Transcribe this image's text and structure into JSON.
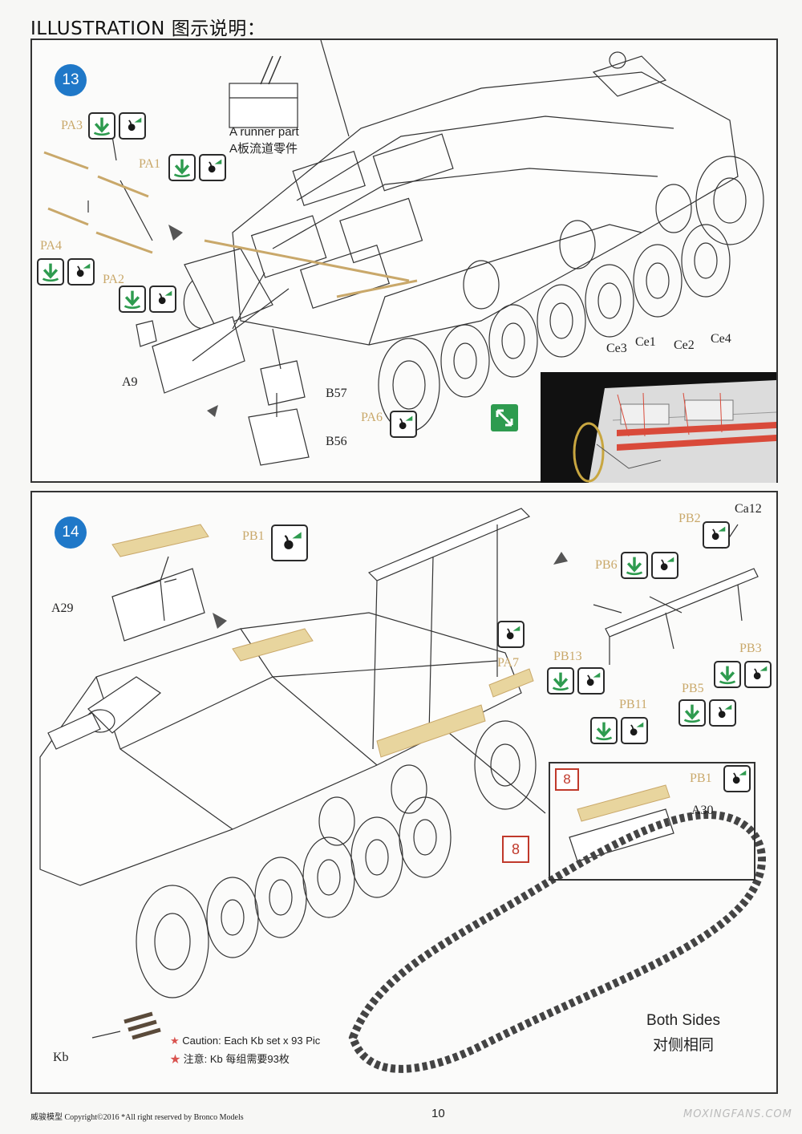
{
  "header": {
    "title": "ILLUSTRATION 图示说明："
  },
  "step13": {
    "number": "13",
    "runner_note": {
      "en": "A runner part",
      "zh": "A板流道零件"
    },
    "parts": {
      "PA3": "PA3",
      "PA1": "PA1",
      "PA4": "PA4",
      "PA2": "PA2",
      "PA6": "PA6",
      "A9": "A9",
      "B57": "B57",
      "B56": "B56",
      "Ce3": "Ce3",
      "Ce1": "Ce1",
      "Ce2": "Ce2",
      "Ce4": "Ce4"
    }
  },
  "step14": {
    "number": "14",
    "parts": {
      "PB1": "PB1",
      "A29": "A29",
      "PA7": "PA7",
      "PB2": "PB2",
      "Ca12": "Ca12",
      "PB6": "PB6",
      "PB13": "PB13",
      "PB3": "PB3",
      "PB11": "PB11",
      "PB5": "PB5",
      "A30": "A30",
      "Kb": "Kb",
      "PB1_inset": "PB1"
    },
    "ref_numbers": {
      "inset": "8",
      "callout": "8"
    },
    "caution_en": "Caution: Each Kb set x 93 Pic",
    "caution_zh": "注意: Kb 每组需要93枚",
    "both_sides_en": "Both Sides",
    "both_sides_zh": "对侧相同"
  },
  "footer": {
    "copyright": "威骏模型  Copyright©2016  *All right reserved by Bronco Models",
    "page": "10",
    "watermark": "MOXINGFANS.COM"
  },
  "icons": {
    "bend": "bend-down-icon",
    "glue": "glue-drop-icon",
    "flip": "flip-arrow-icon"
  },
  "colors": {
    "step_badge": "#1f78c8",
    "icon_green": "#2e9b4f",
    "etch_tan": "#c9a86a",
    "ref_red": "#c0392b",
    "highlight_red": "#d94a3a"
  }
}
